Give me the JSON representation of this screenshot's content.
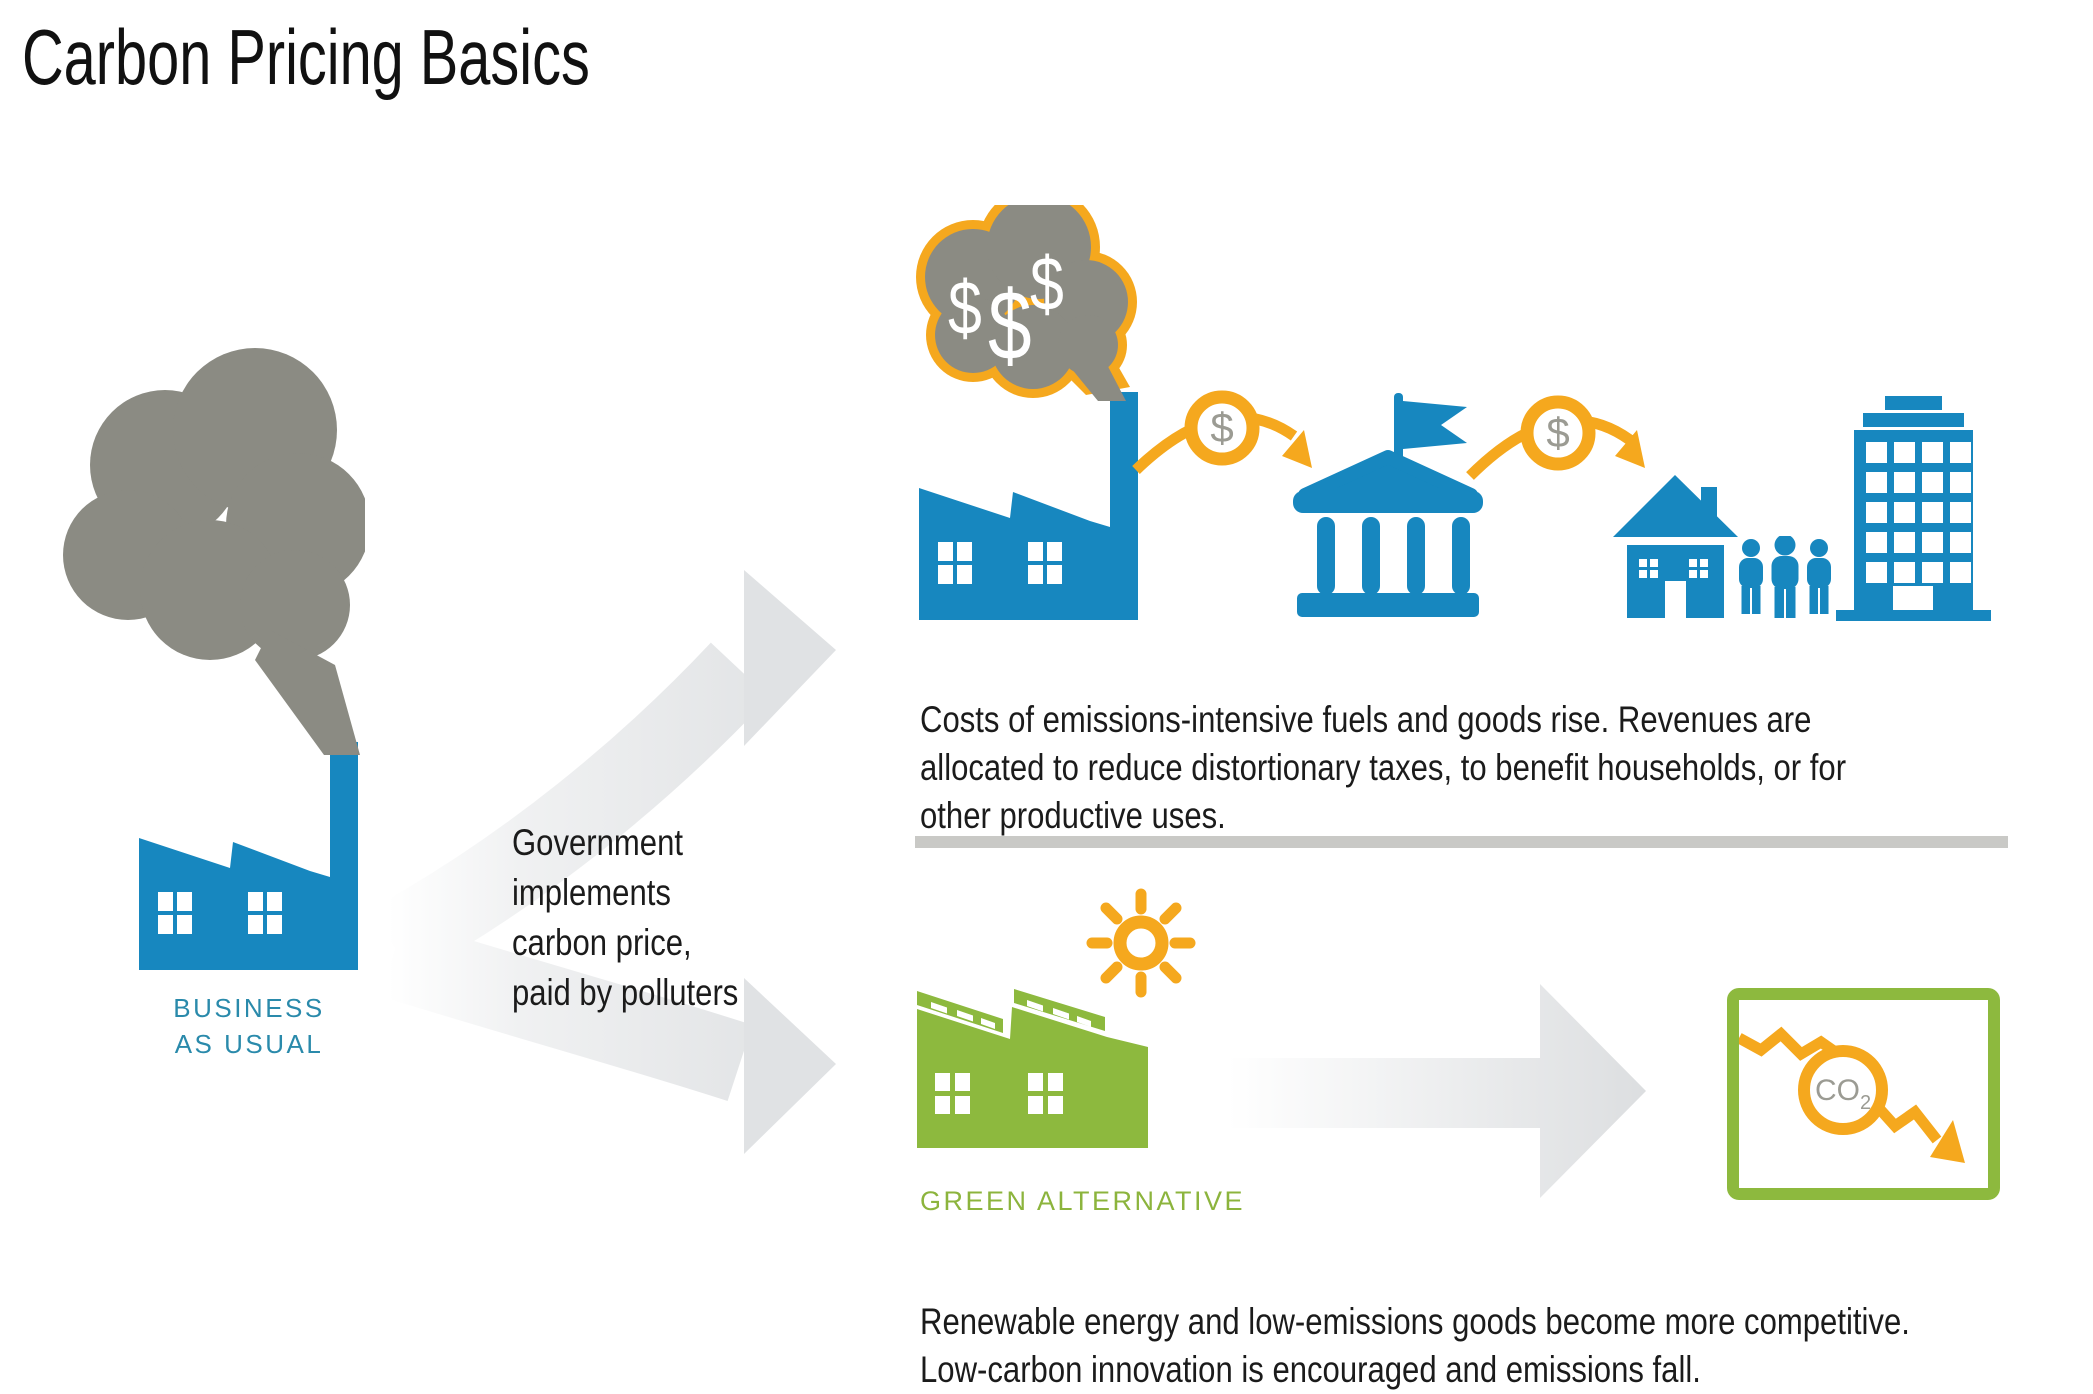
{
  "title": "Carbon Pricing Basics",
  "left": {
    "label": "BUSINESS\nAS USUAL"
  },
  "middle": {
    "caption": "Government\nimplements\ncarbon price,\npaid by polluters"
  },
  "top_row": {
    "money_cloud_dollars": [
      "$",
      "$",
      "$"
    ],
    "coin1_dollar": "$",
    "coin2_dollar": "$",
    "caption": "Costs of emissions-intensive fuels and goods rise. Revenues are\nallocated to reduce distortionary taxes, to benefit households, or for\nother productive uses."
  },
  "bottom_row": {
    "label": "GREEN ALTERNATIVE",
    "co2_main": "CO",
    "co2_sub": "2",
    "caption": "Renewable energy and low-emissions goods become more competitive.\nLow-carbon innovation is encouraged and emissions fall."
  },
  "colors": {
    "blue": "#1787bf",
    "teal_label": "#2a8aab",
    "smoke_gray": "#8b8b83",
    "orange": "#f5a81e",
    "green": "#8db93e",
    "green_label": "#8cb43d",
    "arrow_gray": "#dfe1e3",
    "divider_gray": "#c9c9c6",
    "coin_text_gray": "#9b9b93",
    "text": "#1b1b1b"
  }
}
